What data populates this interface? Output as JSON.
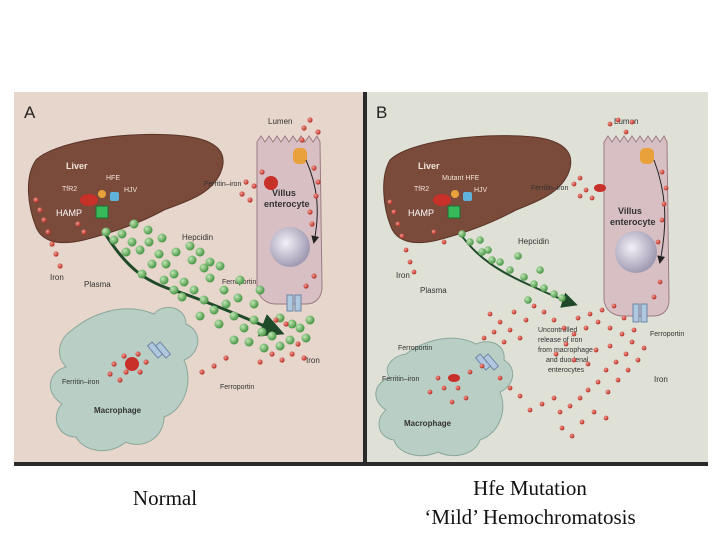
{
  "panel_a": {
    "letter": "A",
    "liver": "Liver",
    "tfr2": "TfR2",
    "hfe": "HFE",
    "hjv": "HJV",
    "hamp": "HAMP",
    "lumen": "Lumen",
    "ferritin_iron_top": "Ferritin–iron",
    "villus_1": "Villus",
    "villus_2": "enterocyte",
    "hepcidin": "Hepcidin",
    "iron_left": "Iron",
    "plasma": "Plasma",
    "ferroportin_right": "Ferroportin",
    "iron_right": "Iron",
    "ferritin_iron_macro": "Ferritin–iron",
    "ferroportin_macro": "Ferroportin",
    "macrophage": "Macrophage"
  },
  "panel_b": {
    "letter": "B",
    "liver": "Liver",
    "tfr2": "TfR2",
    "hfe": "Mutant HFE",
    "hjv": "HJV",
    "hamp": "HAMP",
    "lumen": "Lumen",
    "ferritin_iron_top": "Ferritin–iron",
    "villus_1": "Villus",
    "villus_2": "enterocyte",
    "hepcidin": "Hepcidin",
    "iron_left": "Iron",
    "plasma": "Plasma",
    "ferroportin_right": "Ferroportin",
    "iron_right": "Iron",
    "ferroportin_macro": "Ferroportin",
    "ferritin_iron_macro": "Ferritin–iron",
    "macrophage": "Macrophage",
    "uncontrolled": [
      "Uncontrolled",
      "release of iron",
      "from macrophage",
      "and duodenal",
      "enterocytes"
    ]
  },
  "captions": {
    "normal": "Normal",
    "mutation_line1": "Hfe Mutation",
    "mutation_line2": "‘Mild’ Hemochromatosis"
  },
  "colors": {
    "panel_a_bg": "#e7d6cb",
    "panel_b_bg": "#dfe1d7",
    "liver": "#7a4a3a",
    "enterocyte": "#d8bfc4",
    "macrophage": "#b9cfc6",
    "hepcidin": "#4ea04a",
    "iron": "#c8342b"
  }
}
